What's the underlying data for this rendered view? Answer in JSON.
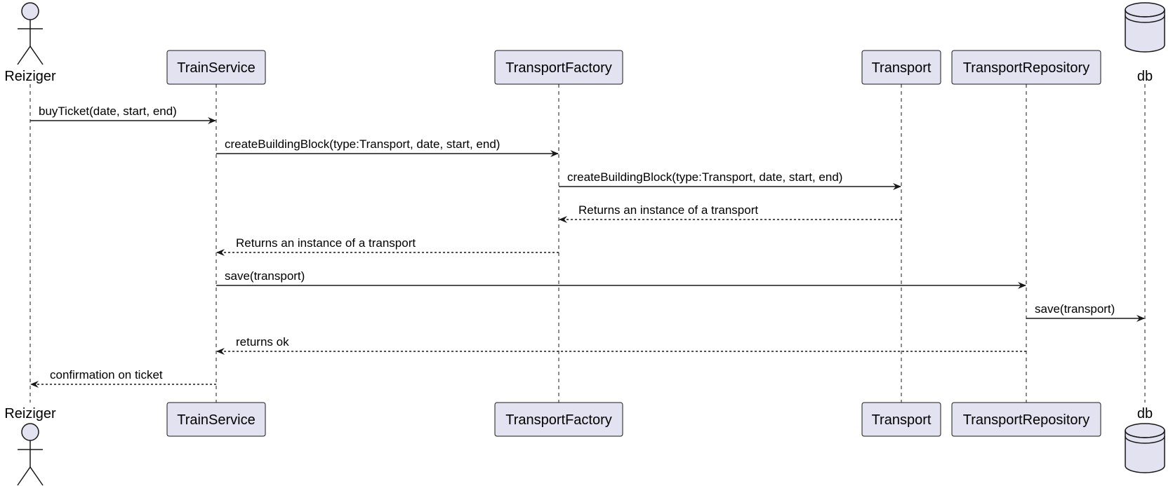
{
  "participants": [
    {
      "id": "reiziger",
      "label": "Reiziger",
      "kind": "actor"
    },
    {
      "id": "trainservice",
      "label": "TrainService",
      "kind": "participant"
    },
    {
      "id": "transportfactory",
      "label": "TransportFactory",
      "kind": "participant"
    },
    {
      "id": "transport",
      "label": "Transport",
      "kind": "participant"
    },
    {
      "id": "transportrepository",
      "label": "TransportRepository",
      "kind": "participant"
    },
    {
      "id": "db",
      "label": "db",
      "kind": "database"
    }
  ],
  "messages": [
    {
      "from": "reiziger",
      "to": "trainservice",
      "label": "buyTicket(date, start, end)",
      "style": "solid"
    },
    {
      "from": "trainservice",
      "to": "transportfactory",
      "label": "createBuildingBlock(type:Transport, date, start, end)",
      "style": "solid"
    },
    {
      "from": "transportfactory",
      "to": "transport",
      "label": "createBuildingBlock(type:Transport, date, start, end)",
      "style": "solid"
    },
    {
      "from": "transport",
      "to": "transportfactory",
      "label": "Returns an instance of a transport",
      "style": "dashed"
    },
    {
      "from": "transportfactory",
      "to": "trainservice",
      "label": "Returns an instance of a transport",
      "style": "dashed"
    },
    {
      "from": "trainservice",
      "to": "transportrepository",
      "label": "save(transport)",
      "style": "solid"
    },
    {
      "from": "transportrepository",
      "to": "db",
      "label": "save(transport)",
      "style": "solid"
    },
    {
      "from": "transportrepository",
      "to": "trainservice",
      "label": "returns ok",
      "style": "dashed"
    },
    {
      "from": "trainservice",
      "to": "reiziger",
      "label": "confirmation on ticket",
      "style": "dashed"
    }
  ],
  "colors": {
    "participant_fill": "#E2E2F0",
    "stroke": "#181818",
    "background": "#ffffff"
  }
}
